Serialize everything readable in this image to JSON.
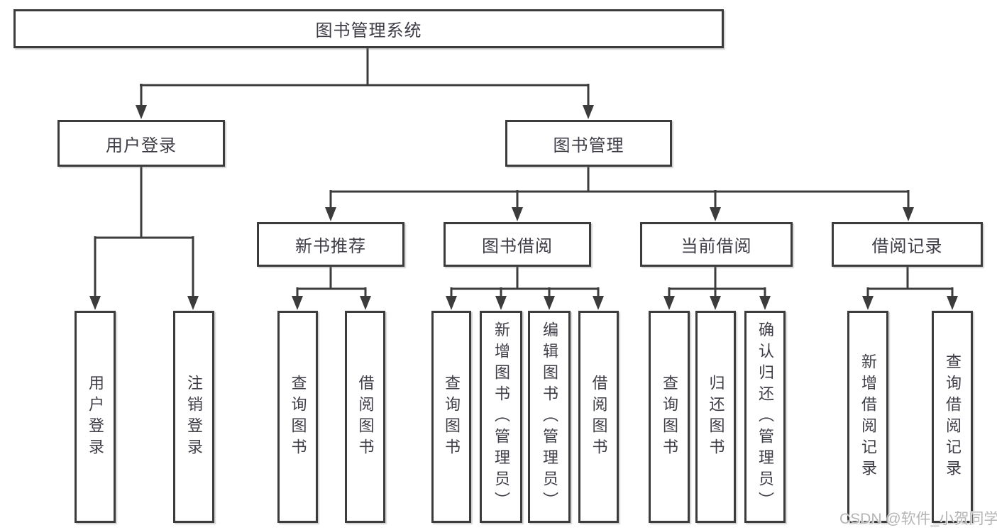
{
  "tree": {
    "root": "图书管理系统",
    "branches": [
      {
        "label": "用户登录",
        "children": [
          "用户登录",
          "注销登录"
        ]
      },
      {
        "label": "图书管理",
        "children": [
          {
            "label": "新书推荐",
            "children": [
              "查询图书",
              "借阅图书"
            ]
          },
          {
            "label": "图书借阅",
            "children": [
              "查询图书",
              "新增图书（管理员）",
              "编辑图书（管理员）",
              "借阅图书"
            ]
          },
          {
            "label": "当前借阅",
            "children": [
              "查询图书",
              "归还图书",
              "确认归还（管理员）"
            ]
          },
          {
            "label": "借阅记录",
            "children": [
              "新增借阅记录",
              "查询借阅记录"
            ]
          }
        ]
      }
    ]
  },
  "colors": {
    "line": "#3c3c3c",
    "text": "#3d3d46",
    "watermark": "#b5b5b5",
    "background": "#ffffff"
  },
  "watermark": {
    "text": "CSDN @软件_小贺同学"
  }
}
